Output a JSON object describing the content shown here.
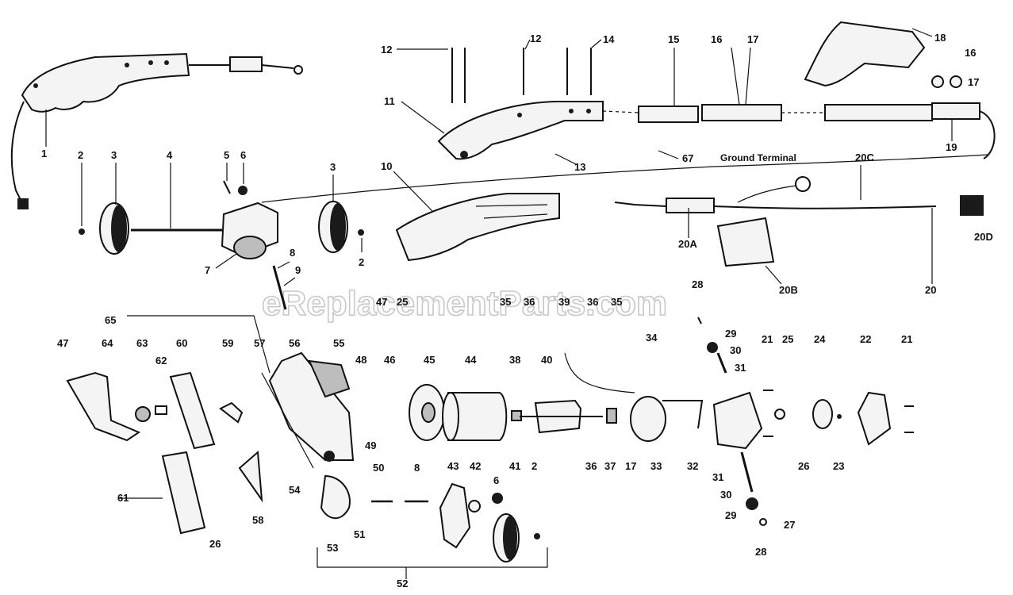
{
  "watermark": "eReplacementParts.com",
  "callouts": {
    "c1": "1",
    "c2a": "2",
    "c3a": "3",
    "c4": "4",
    "c5": "5",
    "c6a": "6",
    "c3b": "3",
    "c2b": "2",
    "c7": "7",
    "c8a": "8",
    "c9": "9",
    "c10": "10",
    "c11": "11",
    "c12a": "12",
    "c12b": "12",
    "c13": "13",
    "c14": "14",
    "c15": "15",
    "c16a": "16",
    "c17a": "17",
    "c18": "18",
    "c16b": "16",
    "c17b": "17",
    "c19": "19",
    "c67": "67",
    "c20": "20",
    "c20a": "20A",
    "c20b": "20B",
    "c20c": "20C",
    "c20d": "20D",
    "c65": "65",
    "c47a": "47",
    "c64": "64",
    "c63": "63",
    "c62": "62",
    "c60": "60",
    "c59": "59",
    "c57": "57",
    "c56": "56",
    "c55": "55",
    "c48": "48",
    "c47b": "47",
    "c46": "46",
    "c25a": "25",
    "c45": "45",
    "c44": "44",
    "c35a": "35",
    "c36a": "36",
    "c38": "38",
    "c40": "40",
    "c39": "39",
    "c36b": "36",
    "c35b": "35",
    "c34": "34",
    "c28a": "28",
    "c29a": "29",
    "c30a": "30",
    "c31a": "31",
    "c21a": "21",
    "c25b": "25",
    "c24": "24",
    "c22": "22",
    "c21b": "21",
    "c36c": "36",
    "c37": "37",
    "c17c": "17",
    "c33": "33",
    "c32": "32",
    "c26a": "26",
    "c23": "23",
    "c27": "27",
    "c31b": "31",
    "c30b": "30",
    "c29b": "29",
    "c28b": "28",
    "c49": "49",
    "c54": "54",
    "c51": "51",
    "c50": "50",
    "c8b": "8",
    "c43": "43",
    "c42": "42",
    "c6b": "6",
    "c41": "41",
    "c2c": "2",
    "c61": "61",
    "c26b": "26",
    "c58": "58",
    "c53": "53",
    "c52": "52"
  },
  "notes": {
    "ground_terminal": "Ground Terminal"
  }
}
